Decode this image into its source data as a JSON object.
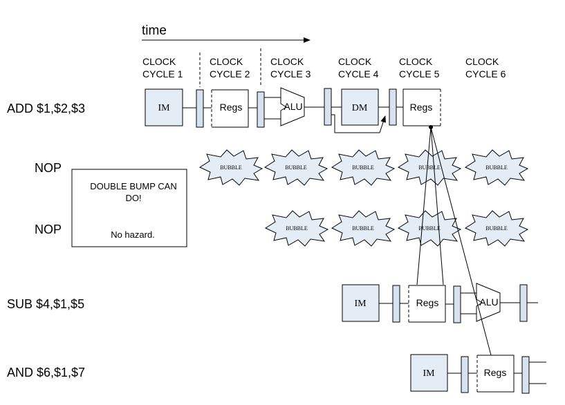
{
  "time_label": "time",
  "clock_cycles": [
    {
      "line1": "CLOCK",
      "line2": "CYCLE 1"
    },
    {
      "line1": "CLOCK",
      "line2": "CYCLE 2"
    },
    {
      "line1": "CLOCK",
      "line2": "CYCLE 3"
    },
    {
      "line1": "CLOCK",
      "line2": "CYCLE 4"
    },
    {
      "line1": "CLOCK",
      "line2": "CYCLE 5"
    },
    {
      "line1": "CLOCK",
      "line2": "CYCLE 6"
    }
  ],
  "instructions": {
    "add": "ADD $1,$2,$3",
    "nop1": "NOP",
    "nop2": "NOP",
    "sub": "SUB $4,$1,$5",
    "and": "AND $6,$1,$7"
  },
  "stage_labels": {
    "im": "IM",
    "regs": "Regs",
    "alu": "ALU",
    "dm": "DM"
  },
  "bubble_label": "BUBBLE",
  "note": {
    "line1": "DOUBLE BUMP CAN",
    "line2": "DO!",
    "line3": "No hazard."
  },
  "colors": {
    "stage_fill": "#e4ecf6",
    "latch_fill": "#d7e2f1",
    "bubble_fill": "#e4ecf6"
  }
}
